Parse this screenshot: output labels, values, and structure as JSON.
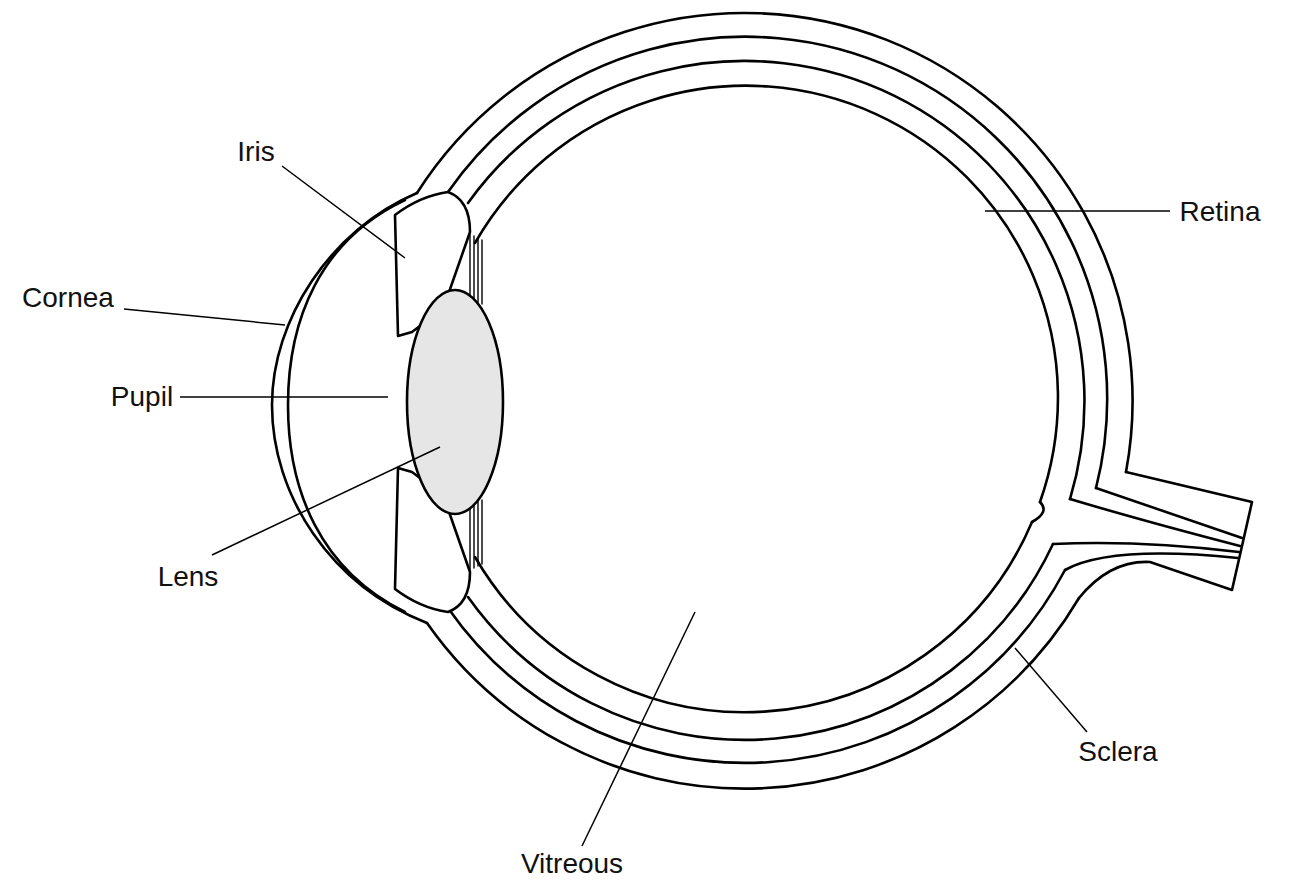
{
  "diagram": {
    "labels": [
      "Iris",
      "Retina",
      "Cornea",
      "Pupil",
      "Lens",
      "Sclera",
      "Vitreous"
    ]
  }
}
